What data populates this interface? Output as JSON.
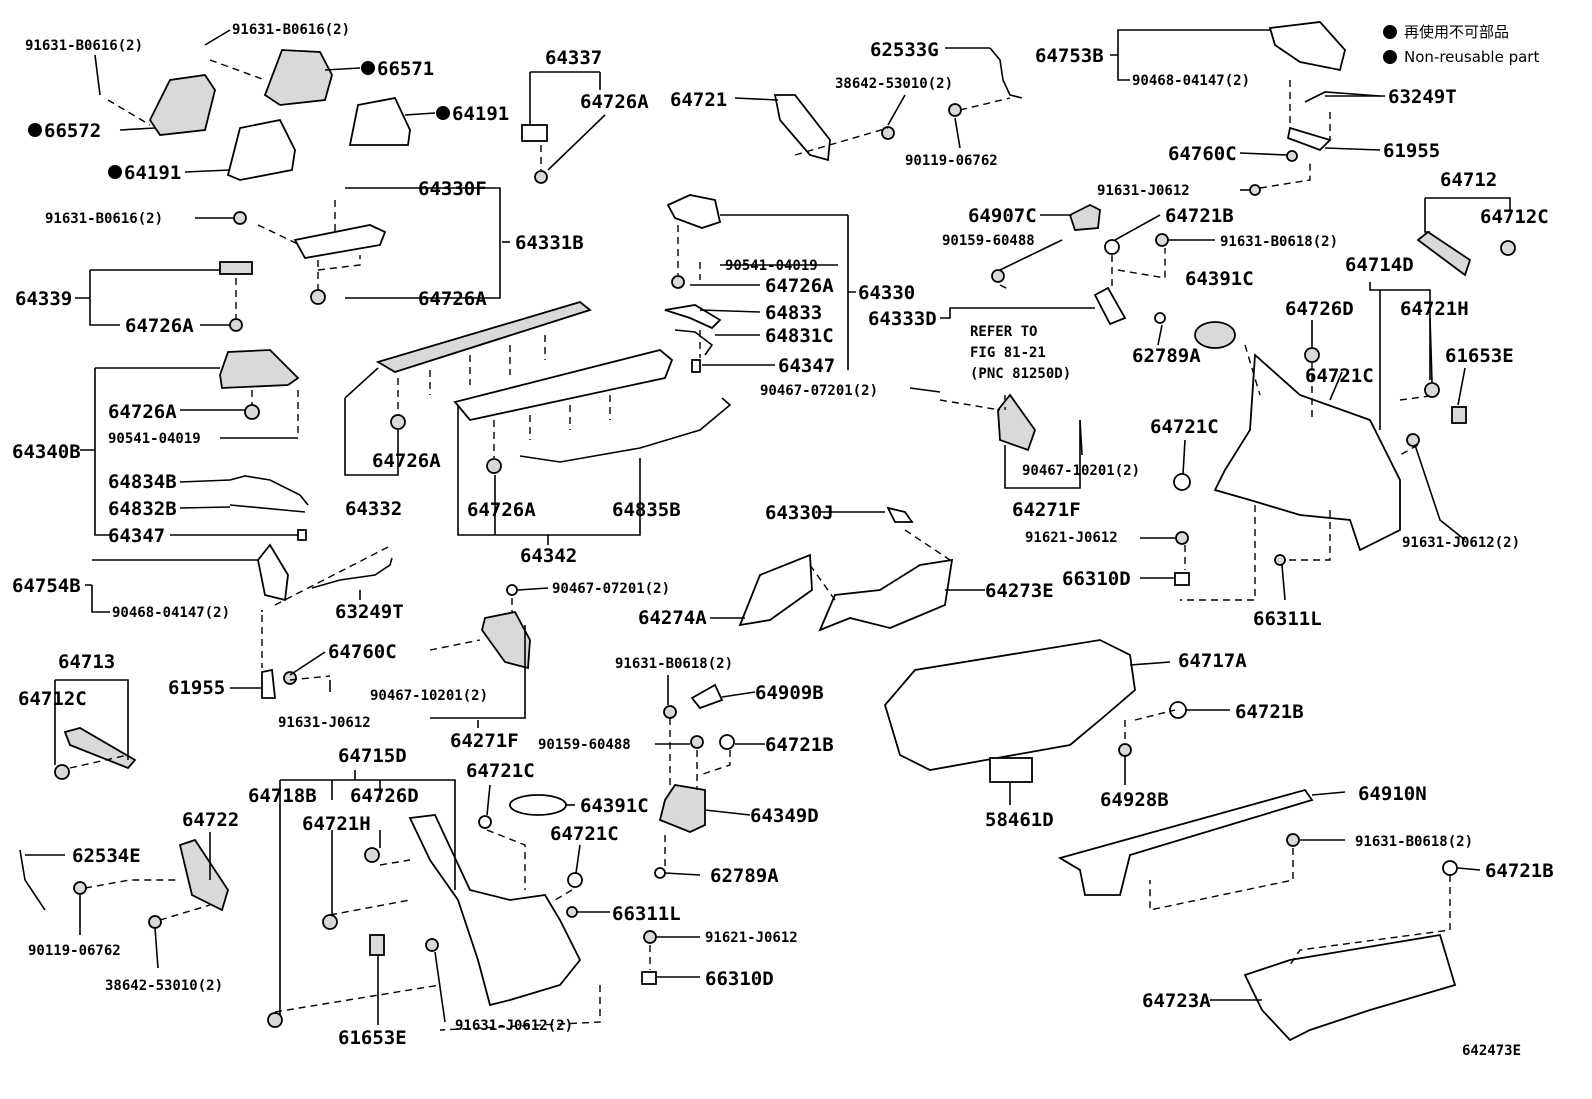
{
  "legend": {
    "japanese": "再使用不可部品",
    "english": "Non-reusable part"
  },
  "diagram_code": "642473E",
  "labels": {
    "l_91631_b0616_2_a": "91631-B0616(2)",
    "l_91631_b0616_2_b": "91631-B0616(2)",
    "l_66571": "66571",
    "l_66572": "66572",
    "l_64191_a": "64191",
    "l_64191_b": "64191",
    "l_64337": "64337",
    "l_64726a_top": "64726A",
    "l_64721": "64721",
    "l_62533g": "62533G",
    "l_38642_53010_2_top": "38642-53010(2)",
    "l_90119_06762_top": "90119-06762",
    "l_64753b": "64753B",
    "l_90468_04147_2_top": "90468-04147(2)",
    "l_63249t_top": "63249T",
    "l_64760c_top": "64760C",
    "l_61955_top": "61955",
    "l_91631_j0612_top": "91631-J0612",
    "l_64330f": "64330F",
    "l_91631_b0616_2_c": "91631-B0616(2)",
    "l_64331b": "64331B",
    "l_64726a_b": "64726A",
    "l_64339": "64339",
    "l_64726a_c": "64726A",
    "l_90541_04019_a": "90541-04019",
    "l_64726a_d": "64726A",
    "l_64330": "64330",
    "l_64833": "64833",
    "l_64831c": "64831C",
    "l_64347_a": "64347",
    "l_64907c": "64907C",
    "l_64721b_a": "64721B",
    "l_90159_60488_a": "90159-60488",
    "l_91631_b0618_2_a": "91631-B0618(2)",
    "l_64712": "64712",
    "l_64712c_a": "64712C",
    "l_64714d": "64714D",
    "l_64391c_a": "64391C",
    "l_64333d": "64333D",
    "l_refer1": "REFER TO",
    "l_refer2": "FIG 81-21",
    "l_refer3": "(PNC 81250D)",
    "l_62789a_a": "62789A",
    "l_64726d_a": "64726D",
    "l_64721h_a": "64721H",
    "l_64721c_a": "64721C",
    "l_61653e_a": "61653E",
    "l_64340b": "64340B",
    "l_64726a_e": "64726A",
    "l_90541_04019_b": "90541-04019",
    "l_64834b": "64834B",
    "l_64832b": "64832B",
    "l_64347_b": "64347",
    "l_64726a_f": "64726A",
    "l_64332": "64332",
    "l_64726a_g": "64726A",
    "l_64835b": "64835B",
    "l_64342": "64342",
    "l_90467_07201_2_a": "90467-07201(2)",
    "l_64721c_b": "64721C",
    "l_90467_10201_2_a": "90467-10201(2)",
    "l_64271f_a": "64271F",
    "l_64330j": "64330J",
    "l_91621_j0612_a": "91621-J0612",
    "l_66310d_a": "66310D",
    "l_66311l_a": "66311L",
    "l_91631_j0612_2_a": "91631-J0612(2)",
    "l_64754b": "64754B",
    "l_90468_04147_2_b": "90468-04147(2)",
    "l_63249t_b": "63249T",
    "l_90467_07201_2_b": "90467-07201(2)",
    "l_64274a": "64274A",
    "l_64273e": "64273E",
    "l_64713": "64713",
    "l_64712c_b": "64712C",
    "l_61955_b": "61955",
    "l_64760c_b": "64760C",
    "l_91631_j0612_b": "91631-J0612",
    "l_90467_10201_2_b": "90467-10201(2)",
    "l_64271f_b": "64271F",
    "l_91631_b0618_2_b": "91631-B0618(2)",
    "l_64909b": "64909B",
    "l_90159_60488_b": "90159-60488",
    "l_64721b_b": "64721B",
    "l_64717a": "64717A",
    "l_64721b_c": "64721B",
    "l_64928b": "64928B",
    "l_58461d": "58461D",
    "l_64715d": "64715D",
    "l_64718b": "64718B",
    "l_64726d_b": "64726D",
    "l_64721h_b": "64721H",
    "l_64721c_c": "64721C",
    "l_64391c_b": "64391C",
    "l_64349d": "64349D",
    "l_64721c_d": "64721C",
    "l_62789a_b": "62789A",
    "l_64722": "64722",
    "l_62534e": "62534E",
    "l_90119_06762_b": "90119-06762",
    "l_38642_53010_2_b": "38642-53010(2)",
    "l_66311l_b": "66311L",
    "l_91621_j0612_b": "91621-J0612",
    "l_66310d_b": "66310D",
    "l_61653e_b": "61653E",
    "l_91631_j0612_2_b": "91631-J0612(2)",
    "l_64910n": "64910N",
    "l_91631_b0618_2_c": "91631-B0618(2)",
    "l_64721b_d": "64721B",
    "l_64723a": "64723A"
  }
}
